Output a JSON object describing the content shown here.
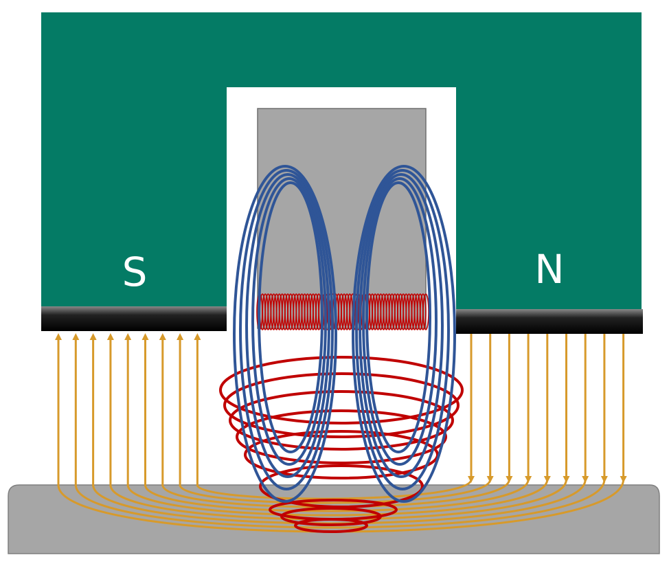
{
  "magnet": {
    "south_label": "S",
    "north_label": "N"
  },
  "colors": {
    "magnet_body": "#047B65",
    "pole_face": "#111111",
    "core": "#A6A6A6",
    "workpiece": "#A6A6A6",
    "flux_lines": "#D79A2B",
    "eddy_current": "#C00000",
    "induced_field": "#2F5597"
  },
  "flux": {
    "up_arrow_count": 9,
    "down_arrow_count": 9
  },
  "coil": {
    "winding_turns": 60
  },
  "eddy_currents": {
    "ring_count": 9
  },
  "induced_field": {
    "loops_per_side": 5
  }
}
